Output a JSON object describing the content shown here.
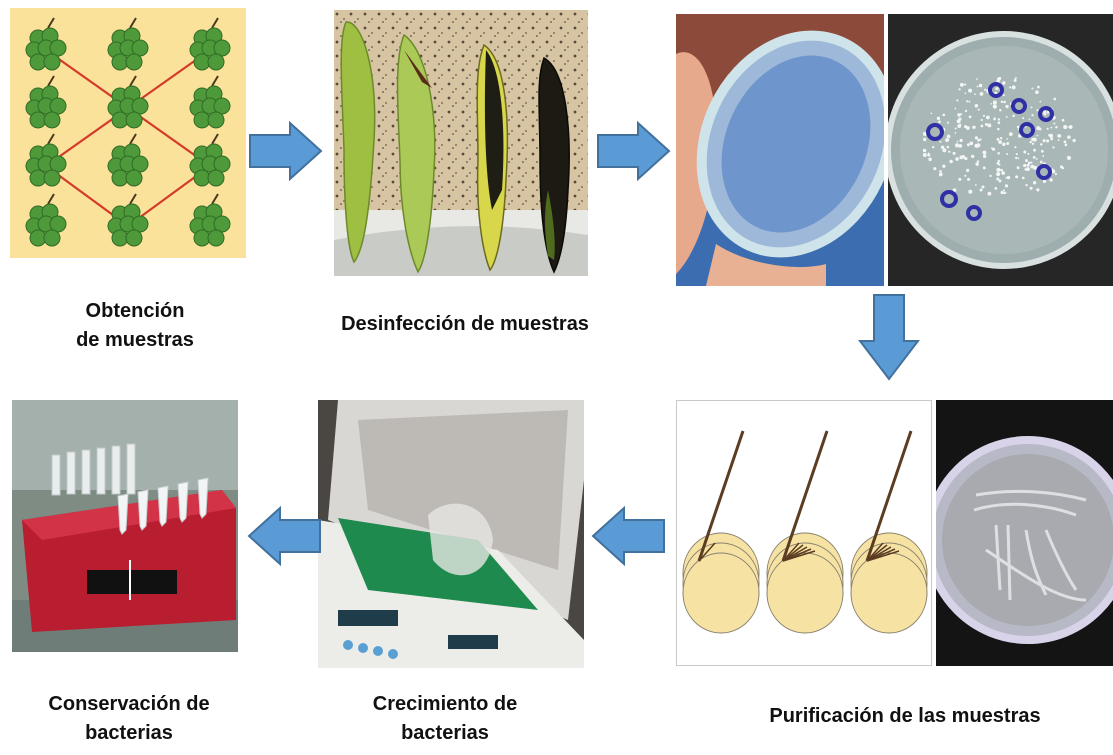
{
  "steps": [
    {
      "id": "obtencion",
      "caption_lines": [
        "Obtención",
        "de muestras"
      ]
    },
    {
      "id": "desinfeccion",
      "caption_lines": [
        "Desinfección de muestras"
      ]
    },
    {
      "id": "purificacion",
      "caption_lines": [
        "Purificación de las muestras"
      ]
    },
    {
      "id": "crecimiento",
      "caption_lines": [
        "Crecimiento de",
        "bacterias"
      ]
    },
    {
      "id": "conservacion",
      "caption_lines": [
        "Conservación de",
        "bacterias"
      ]
    }
  ],
  "colors": {
    "arrow": "#5b9bd5",
    "arrow_border": "#41719c",
    "grid_background": "#fbe29a",
    "plant": "#4e9a3a",
    "grid_line": "#d43a2a",
    "agar": "#f6e3a4",
    "rack": "#b81e30"
  }
}
